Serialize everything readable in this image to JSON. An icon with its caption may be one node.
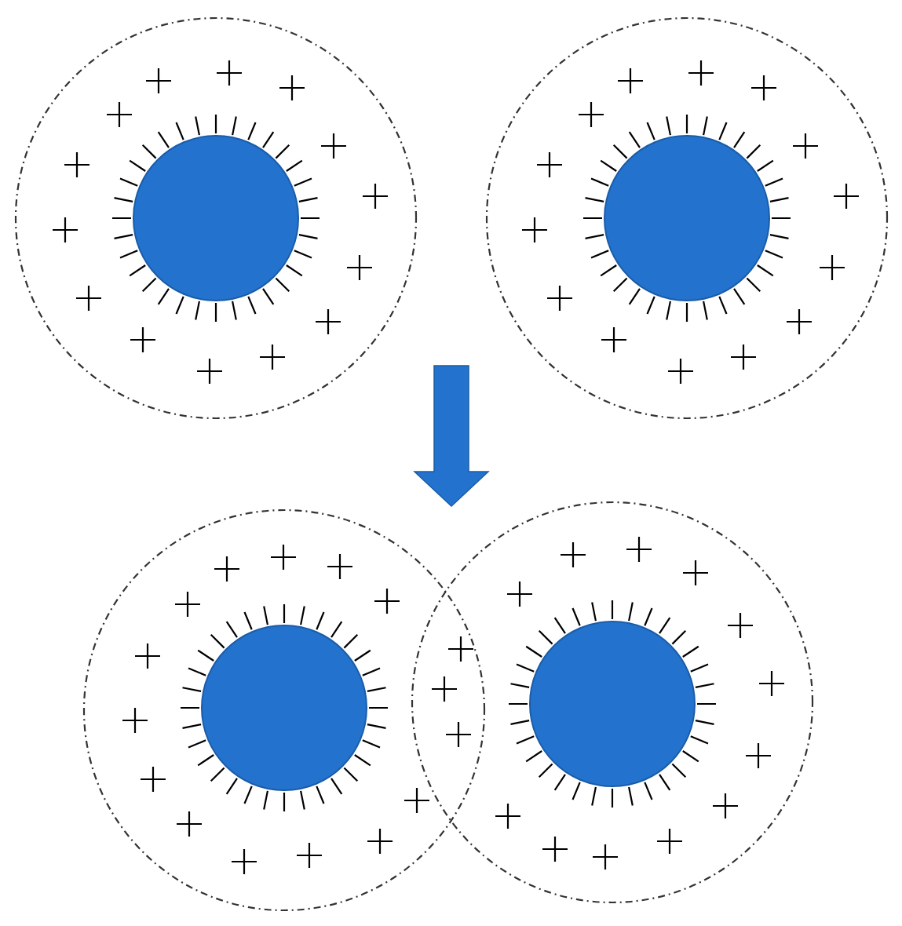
{
  "diagram": {
    "nodes": [
      {
        "text": [],
        "shape": "circle"
      },
      {
        "text": [],
        "shape": "circle",
        "in": 0
      },
      {
        "text": [],
        "shape": "circle"
      },
      {
        "text": [],
        "shape": "circle",
        "in": 2
      },
      {
        "text": [],
        "shape": "circle"
      },
      {
        "text": [],
        "shape": "circle",
        "in": 4
      },
      {
        "text": [],
        "shape": "circle"
      },
      {
        "text": [],
        "shape": "circle",
        "in": 6
      }
    ]
  }
}
